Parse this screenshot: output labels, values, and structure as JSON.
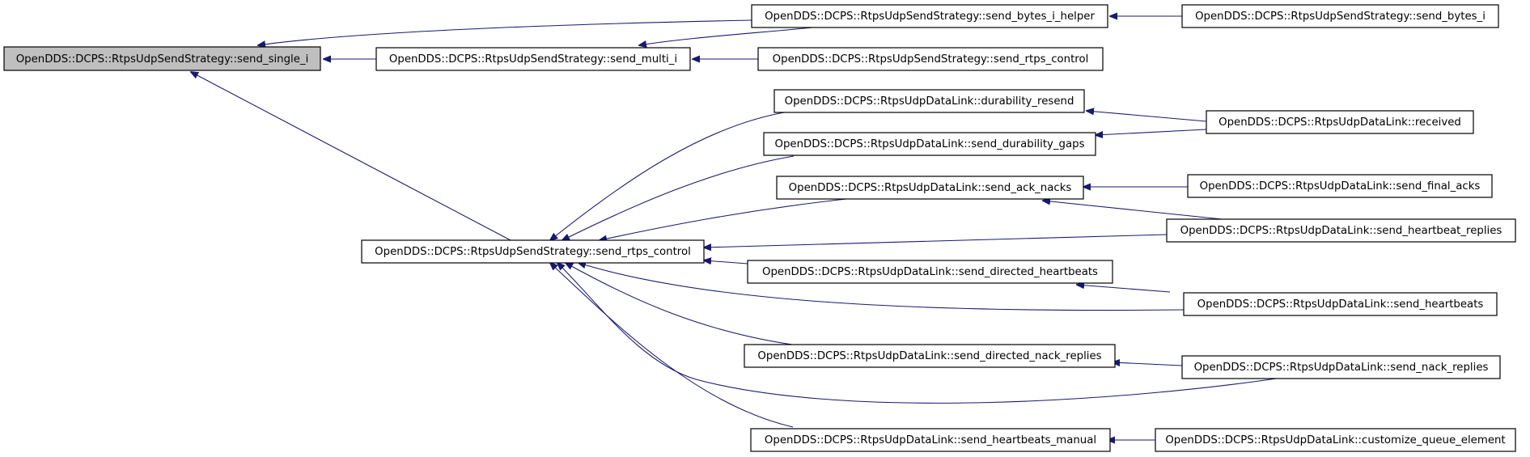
{
  "graph": {
    "nodes": {
      "send_single_i": "OpenDDS::DCPS::RtpsUdpSendStrategy::send_single_i",
      "send_multi_i": "OpenDDS::DCPS::RtpsUdpSendStrategy::send_multi_i",
      "send_bytes_i_helper": "OpenDDS::DCPS::RtpsUdpSendStrategy::send_bytes_i_helper",
      "send_bytes_i": "OpenDDS::DCPS::RtpsUdpSendStrategy::send_bytes_i",
      "strategy_send_rtps_control_a": "OpenDDS::DCPS::RtpsUdpSendStrategy::send_rtps_control",
      "strategy_send_rtps_control_b": "OpenDDS::DCPS::RtpsUdpSendStrategy::send_rtps_control",
      "durability_resend": "OpenDDS::DCPS::RtpsUdpDataLink::durability_resend",
      "received": "OpenDDS::DCPS::RtpsUdpDataLink::received",
      "send_durability_gaps": "OpenDDS::DCPS::RtpsUdpDataLink::send_durability_gaps",
      "send_ack_nacks": "OpenDDS::DCPS::RtpsUdpDataLink::send_ack_nacks",
      "send_final_acks": "OpenDDS::DCPS::RtpsUdpDataLink::send_final_acks",
      "send_heartbeat_replies": "OpenDDS::DCPS::RtpsUdpDataLink::send_heartbeat_replies",
      "send_directed_heartbeats": "OpenDDS::DCPS::RtpsUdpDataLink::send_directed_heartbeats",
      "send_heartbeats": "OpenDDS::DCPS::RtpsUdpDataLink::send_heartbeats",
      "send_directed_nack_replies": "OpenDDS::DCPS::RtpsUdpDataLink::send_directed_nack_replies",
      "send_nack_replies": "OpenDDS::DCPS::RtpsUdpDataLink::send_nack_replies",
      "send_heartbeats_manual": "OpenDDS::DCPS::RtpsUdpDataLink::send_heartbeats_manual",
      "customize_queue_element": "OpenDDS::DCPS::RtpsUdpDataLink::customize_queue_element"
    },
    "edges": [
      [
        "send_bytes_i_helper",
        "send_single_i"
      ],
      [
        "send_multi_i",
        "send_single_i"
      ],
      [
        "strategy_send_rtps_control_b",
        "send_single_i"
      ],
      [
        "send_bytes_i_helper",
        "send_multi_i"
      ],
      [
        "strategy_send_rtps_control_a",
        "send_multi_i"
      ],
      [
        "send_bytes_i",
        "send_bytes_i_helper"
      ],
      [
        "durability_resend",
        "strategy_send_rtps_control_b"
      ],
      [
        "send_durability_gaps",
        "strategy_send_rtps_control_b"
      ],
      [
        "send_ack_nacks",
        "strategy_send_rtps_control_b"
      ],
      [
        "send_heartbeat_replies",
        "strategy_send_rtps_control_b"
      ],
      [
        "send_directed_heartbeats",
        "strategy_send_rtps_control_b"
      ],
      [
        "send_heartbeats",
        "strategy_send_rtps_control_b"
      ],
      [
        "send_directed_nack_replies",
        "strategy_send_rtps_control_b"
      ],
      [
        "send_nack_replies",
        "strategy_send_rtps_control_b"
      ],
      [
        "send_heartbeats_manual",
        "strategy_send_rtps_control_b"
      ],
      [
        "received",
        "durability_resend"
      ],
      [
        "received",
        "send_durability_gaps"
      ],
      [
        "send_final_acks",
        "send_ack_nacks"
      ],
      [
        "send_heartbeat_replies",
        "send_ack_nacks"
      ],
      [
        "send_heartbeats",
        "send_directed_heartbeats"
      ],
      [
        "send_nack_replies",
        "send_directed_nack_replies"
      ],
      [
        "customize_queue_element",
        "send_heartbeats_manual"
      ]
    ],
    "colors": {
      "edge": "#191970",
      "root_fill": "#bfbfbf",
      "node_fill": "#ffffff",
      "border": "#000000"
    }
  }
}
